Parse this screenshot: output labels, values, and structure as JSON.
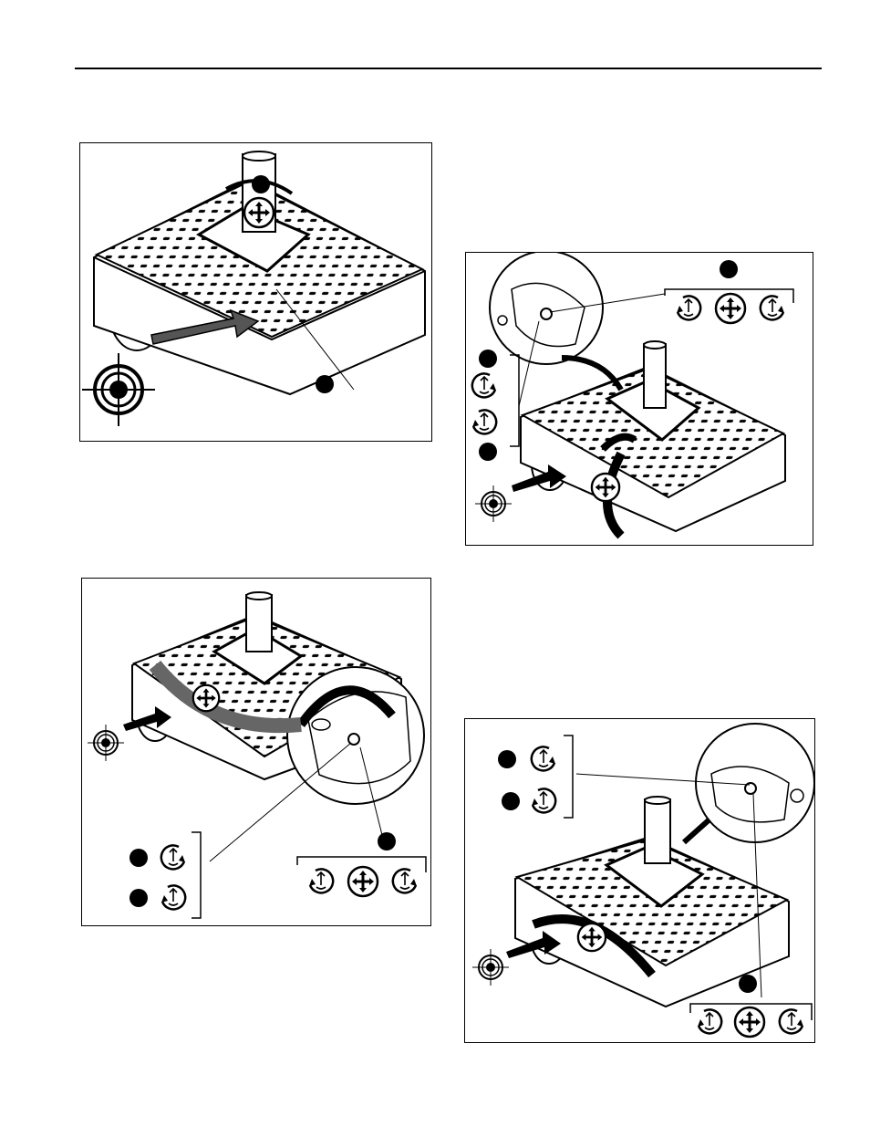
{
  "page": {
    "figures": [
      {
        "id": "fig-1"
      },
      {
        "id": "fig-2"
      },
      {
        "id": "fig-3"
      },
      {
        "id": "fig-4"
      }
    ]
  },
  "icons": {
    "move": "move-arrows-icon",
    "loosen": "rotate-counterclockwise-screw-icon",
    "tighten": "rotate-clockwise-screw-icon",
    "target": "projector-lens-target-icon",
    "callout": "callout-dot-icon"
  },
  "colors": {
    "ink": "#000000",
    "paper": "#ffffff",
    "shade": "#8a8a8a"
  }
}
